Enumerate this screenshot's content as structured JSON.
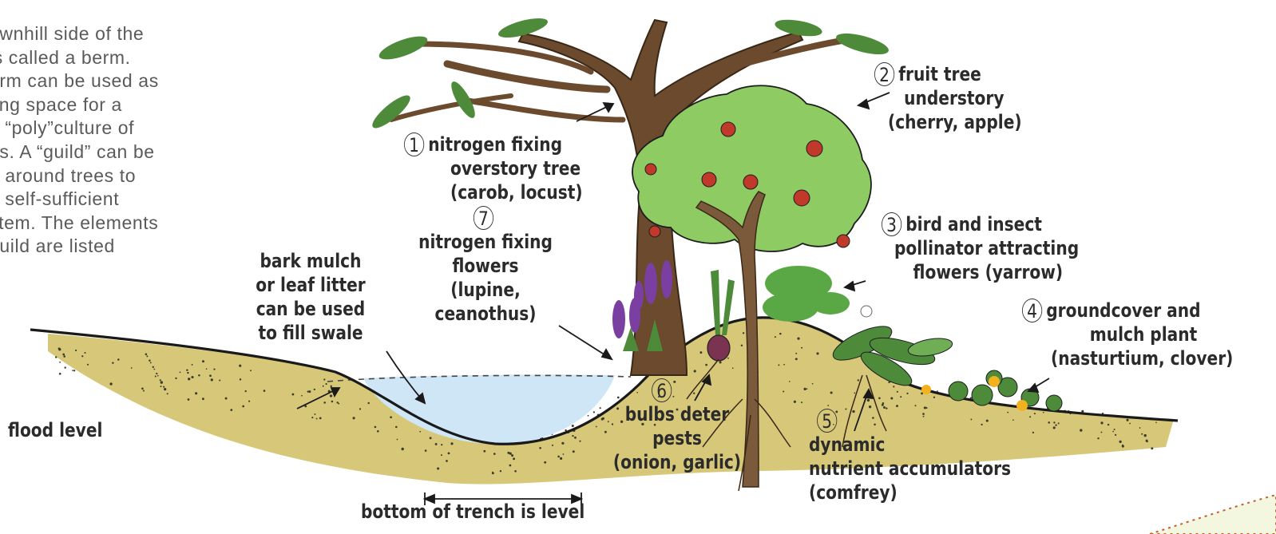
{
  "intro_lines": [
    "ownhill side of the",
    "is called a berm.",
    "erm can be used as",
    "ting space for a",
    "e “poly”culture of",
    "es. A “guild” can be",
    "d around trees to",
    "a self-sufficient",
    "stem. The elements",
    "guild are listed"
  ],
  "labels": {
    "overstory": {
      "num": "1",
      "lines": [
        "nitrogen fixing",
        "overstory tree",
        "(carob, locust)"
      ]
    },
    "fruit_tree": {
      "num": "2",
      "lines": [
        "fruit tree",
        "understory",
        "(cherry, apple)"
      ]
    },
    "pollinator": {
      "num": "3",
      "lines": [
        "bird and insect",
        "pollinator attracting",
        "flowers (yarrow)"
      ]
    },
    "groundcover": {
      "num": "4",
      "lines": [
        "groundcover and",
        "mulch plant",
        "(nasturtium, clover)"
      ]
    },
    "accumulators": {
      "num": "5",
      "lines": [
        "dynamic",
        "nutrient accumulators",
        "(comfrey)"
      ]
    },
    "bulbs": {
      "num": "6",
      "lines": [
        "bulbs deter",
        "pests",
        "(onion, garlic)"
      ]
    },
    "flowers": {
      "num": "7",
      "lines": [
        "nitrogen fixing",
        "flowers",
        "(lupine,",
        "ceanothus)"
      ]
    },
    "mulch": {
      "lines": [
        "bark mulch",
        "or leaf litter",
        "can be used",
        "to fill swale"
      ]
    },
    "flood_level": "flood level",
    "trench": "bottom of trench is level"
  },
  "colors": {
    "soil": "#d6c878",
    "water": "#cfe6f7",
    "trunk": "#6b4a2e",
    "canopy": "#8fcb63",
    "fruit": "#c0392b",
    "leaf_dark": "#4d8a3a",
    "flower_purple": "#7a3fa0",
    "flower_yellow": "#f2b21f",
    "yarrow": "#5aa845"
  }
}
